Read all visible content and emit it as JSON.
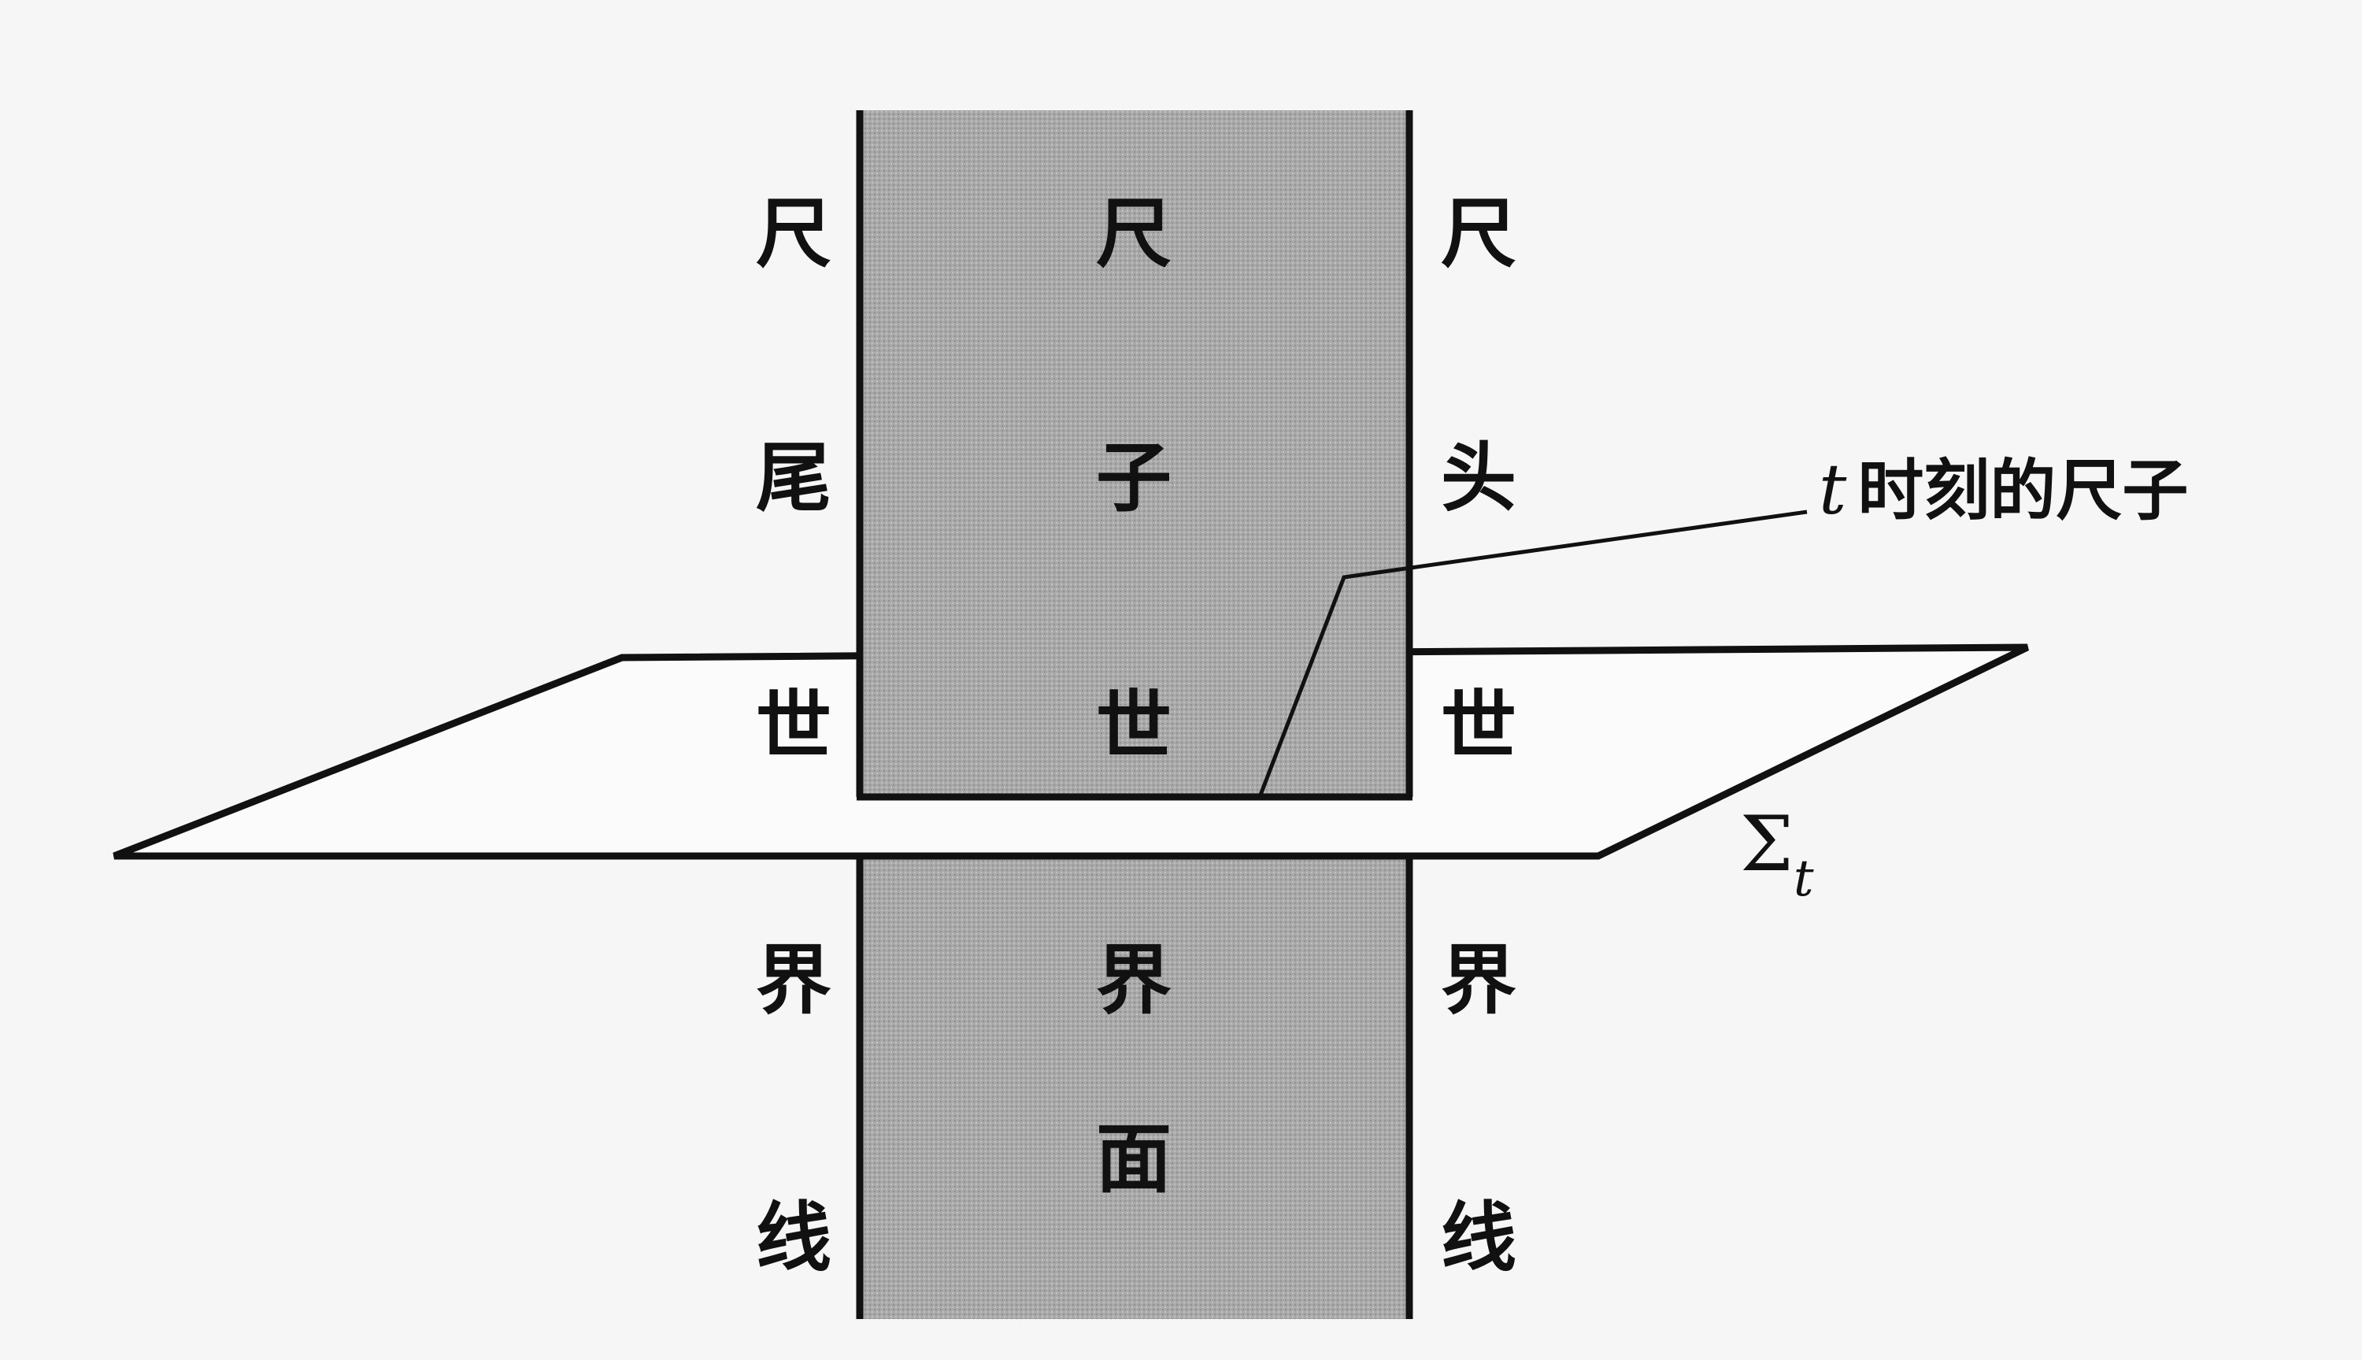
{
  "worldsheet": {
    "fill_color": "#a9a9a9",
    "tail_line_chars": [
      "尺",
      "尾",
      "世",
      "界",
      "线"
    ],
    "sheet_chars": [
      "尺",
      "子",
      "世",
      "界",
      "面"
    ],
    "head_line_chars": [
      "尺",
      "头",
      "世",
      "界",
      "线"
    ]
  },
  "slice": {
    "label_symbol": "Σ",
    "label_subscript": "t"
  },
  "callout": {
    "variable": "t",
    "text": "时刻的尺子"
  }
}
